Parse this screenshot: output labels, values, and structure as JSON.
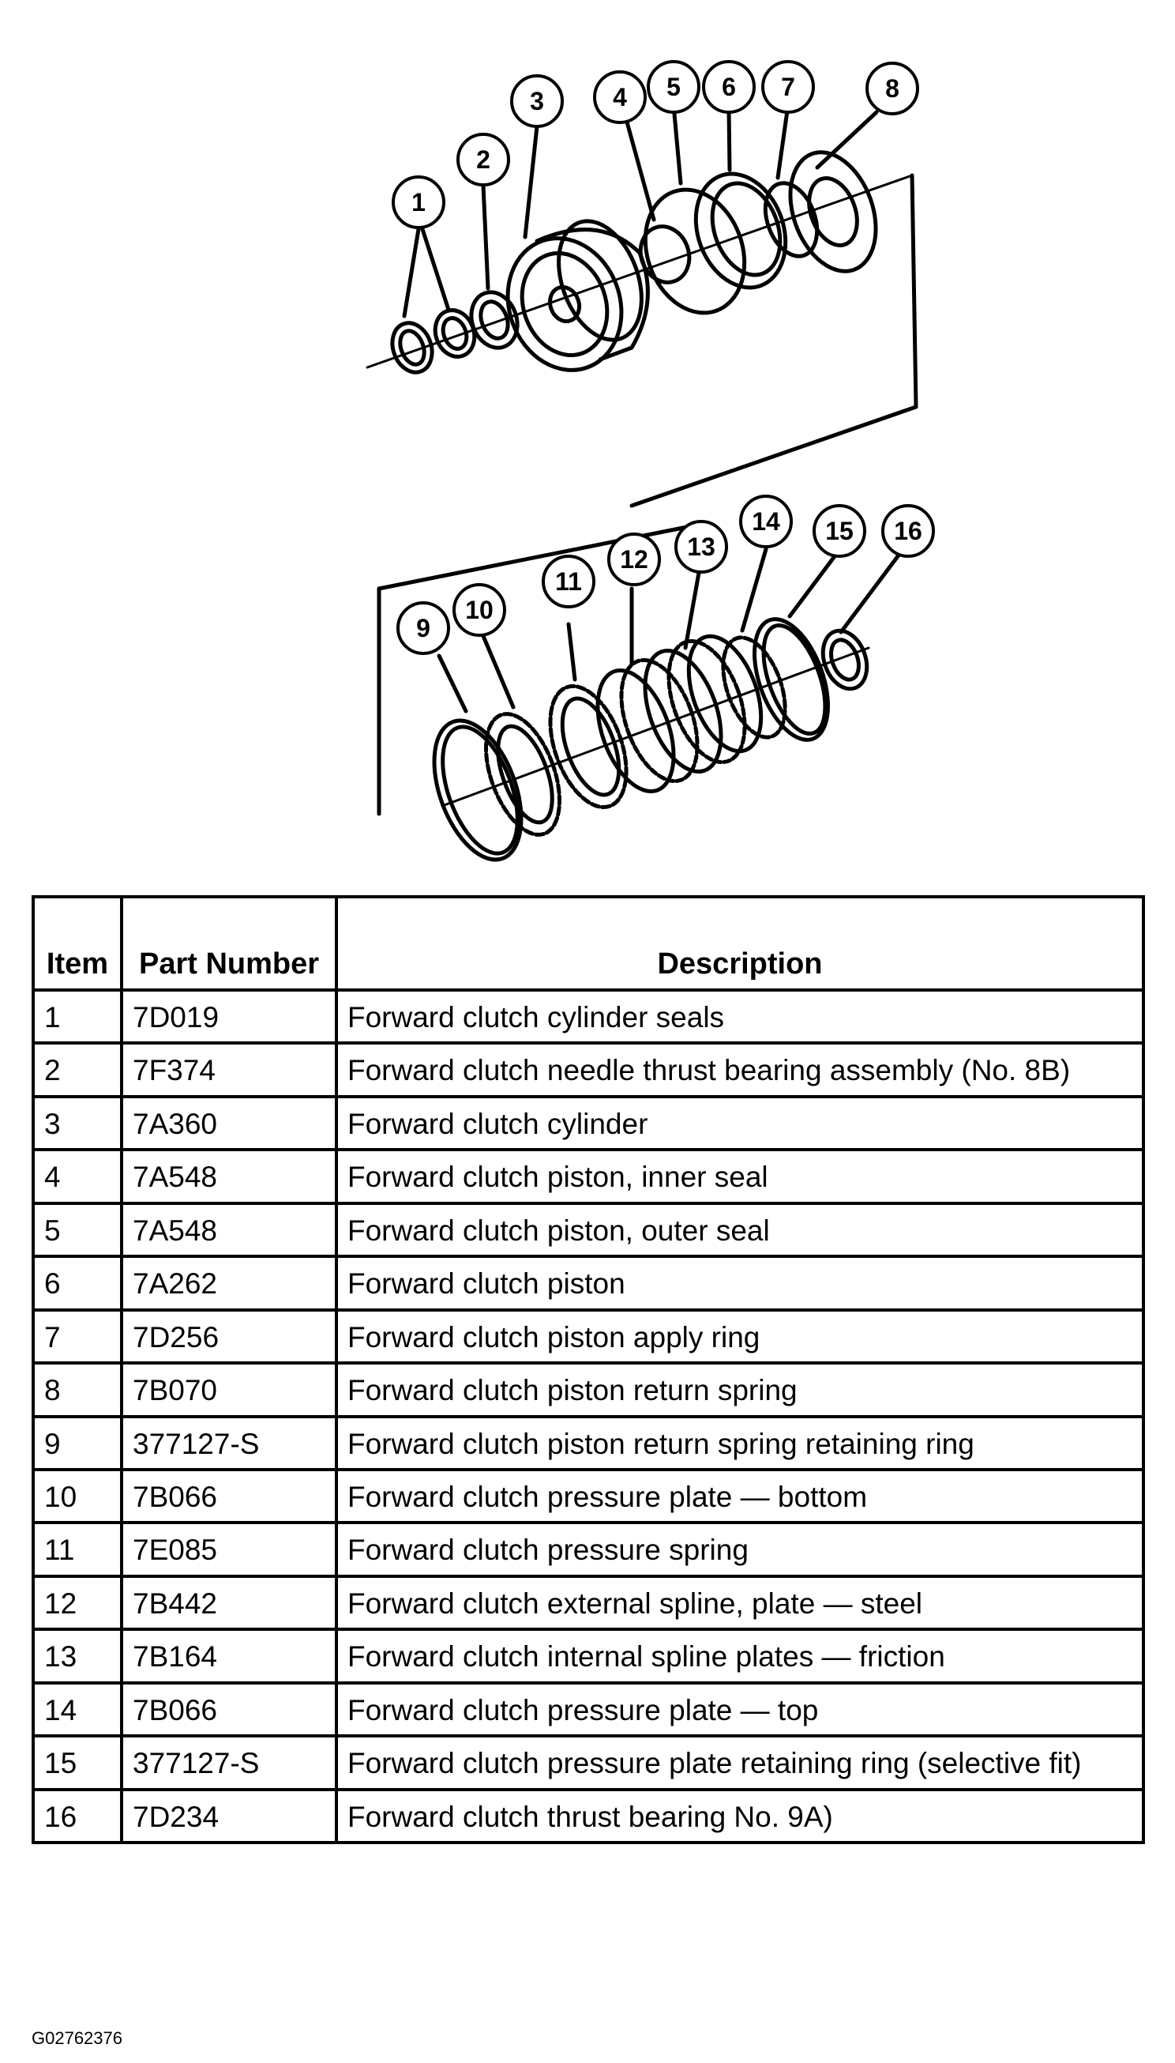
{
  "callouts": [
    "1",
    "2",
    "3",
    "4",
    "5",
    "6",
    "7",
    "8",
    "9",
    "10",
    "11",
    "12",
    "13",
    "14",
    "15",
    "16"
  ],
  "table": {
    "headers": [
      "Item",
      "Part Number",
      "Description"
    ],
    "rows": [
      [
        "1",
        "7D019",
        "Forward clutch cylinder seals"
      ],
      [
        "2",
        "7F374",
        "Forward clutch needle thrust bearing assembly (No. 8B)"
      ],
      [
        "3",
        "7A360",
        "Forward clutch cylinder"
      ],
      [
        "4",
        "7A548",
        "Forward clutch piston, inner seal"
      ],
      [
        "5",
        "7A548",
        "Forward clutch piston, outer seal"
      ],
      [
        "6",
        "7A262",
        "Forward clutch piston"
      ],
      [
        "7",
        "7D256",
        "Forward clutch piston apply ring"
      ],
      [
        "8",
        "7B070",
        "Forward clutch piston return spring"
      ],
      [
        "9",
        "377127-S",
        "Forward clutch piston return spring retaining ring"
      ],
      [
        "10",
        "7B066",
        "Forward clutch pressure plate — bottom"
      ],
      [
        "11",
        "7E085",
        "Forward clutch pressure spring"
      ],
      [
        "12",
        "7B442",
        "Forward clutch external spline, plate — steel"
      ],
      [
        "13",
        "7B164",
        "Forward clutch internal spline plates — friction"
      ],
      [
        "14",
        "7B066",
        "Forward clutch pressure plate — top"
      ],
      [
        "15",
        "377127-S",
        "Forward clutch pressure plate retaining ring (selective fit)"
      ],
      [
        "16",
        "7D234",
        "Forward clutch thrust bearing No. 9A)"
      ]
    ]
  },
  "figure_id": "G02762376"
}
